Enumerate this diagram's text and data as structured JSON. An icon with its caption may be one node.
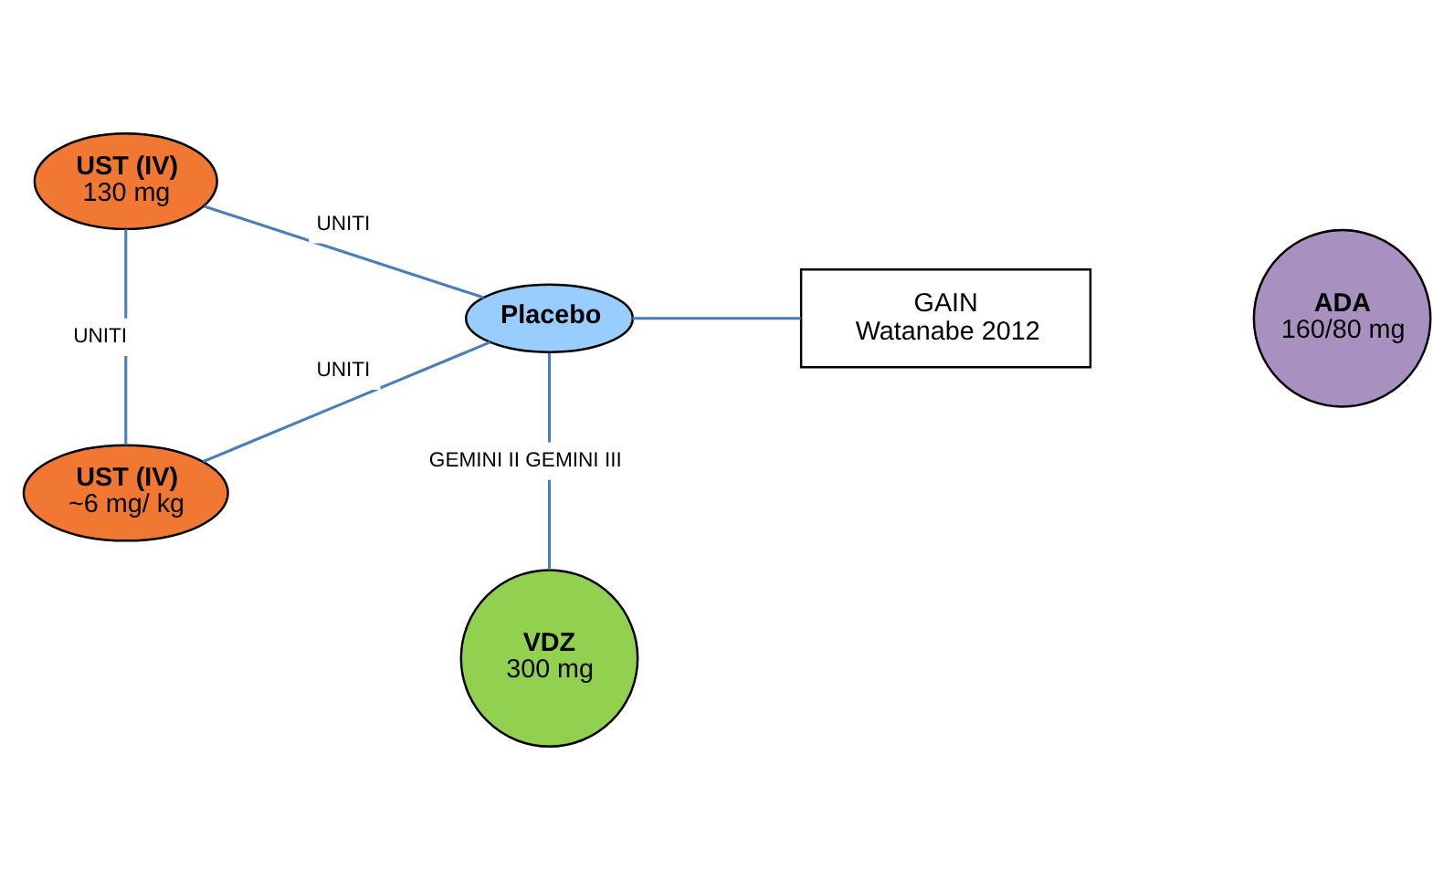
{
  "diagram": {
    "nodes": [
      {
        "text": [
          "UST (IV)",
          "130 mg"
        ]
      },
      {
        "text": [
          "Placebo"
        ]
      },
      {
        "text": [
          "GAIN",
          "Watanabe 2012"
        ]
      },
      {
        "text": [
          "ADA",
          "160/80 mg"
        ]
      },
      {
        "text": [
          "UST (IV)",
          "~6 mg/ kg"
        ]
      },
      {
        "text": [
          "VDZ",
          "300 mg"
        ]
      }
    ],
    "edges": [
      {
        "from": 0,
        "to": 1,
        "arrow": "none",
        "label": "UNITI"
      },
      {
        "from": 0,
        "to": 4,
        "arrow": "none",
        "label": "UNITI"
      },
      {
        "from": 4,
        "to": 1,
        "arrow": "none",
        "label": "UNITI"
      },
      {
        "from": 1,
        "to": 2,
        "arrow": "none"
      },
      {
        "from": 1,
        "to": 5,
        "arrow": "none",
        "label": "GEMINI II GEMINI III"
      }
    ]
  }
}
